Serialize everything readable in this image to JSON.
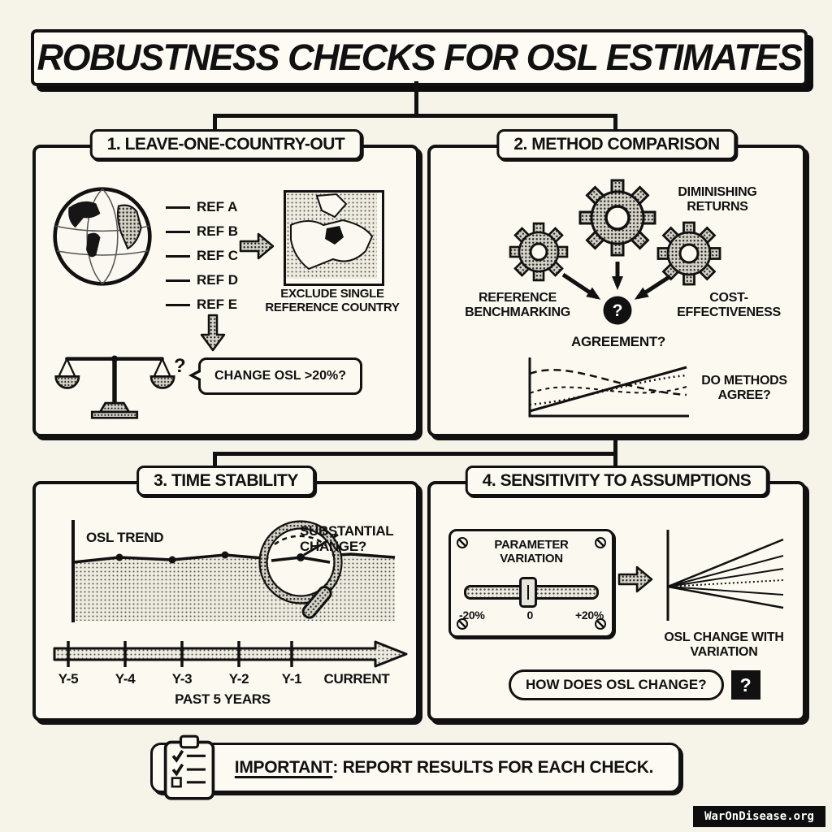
{
  "header": {
    "title": "ROBUSTNESS CHECKS FOR OSL ESTIMATES"
  },
  "panel1": {
    "title": "1. LEAVE-ONE-COUNTRY-OUT",
    "refs": [
      "REF A",
      "REF B",
      "REF C",
      "REF D",
      "REF E"
    ],
    "exclude_caption": "EXCLUDE SINGLE REFERENCE COUNTRY",
    "scale_question_mark": "?",
    "bubble_text": "CHANGE OSL >20%?"
  },
  "panel2": {
    "title": "2. METHOD COMPARISON",
    "method_top": "DIMINISHING RETURNS",
    "method_left": "REFERENCE BENCHMARKING",
    "method_right": "COST-EFFECTIVENESS",
    "agreement_mark": "?",
    "agreement_label": "AGREEMENT?",
    "chart_question": "DO METHODS AGREE?"
  },
  "panel3": {
    "title": "3. TIME STABILITY",
    "trend_label": "OSL TREND",
    "magnifier_question": "SUBSTANTIAL CHANGE?",
    "timeline": [
      "Y-5",
      "Y-4",
      "Y-3",
      "Y-2",
      "Y-1",
      "CURRENT"
    ],
    "timeline_caption": "PAST 5 YEARS"
  },
  "panel4": {
    "title": "4. SENSITIVITY TO ASSUMPTIONS",
    "param_label": "PARAMETER VARIATION",
    "slider_min": "-20%",
    "slider_mid": "0",
    "slider_max": "+20%",
    "fan_caption": "OSL CHANGE WITH VARIATION",
    "question": "HOW DOES OSL CHANGE?",
    "question_mark": "?"
  },
  "footer": {
    "important": "IMPORTANT",
    "rest": ": REPORT RESULTS FOR EACH CHECK."
  },
  "watermark": "WarOnDisease.org"
}
